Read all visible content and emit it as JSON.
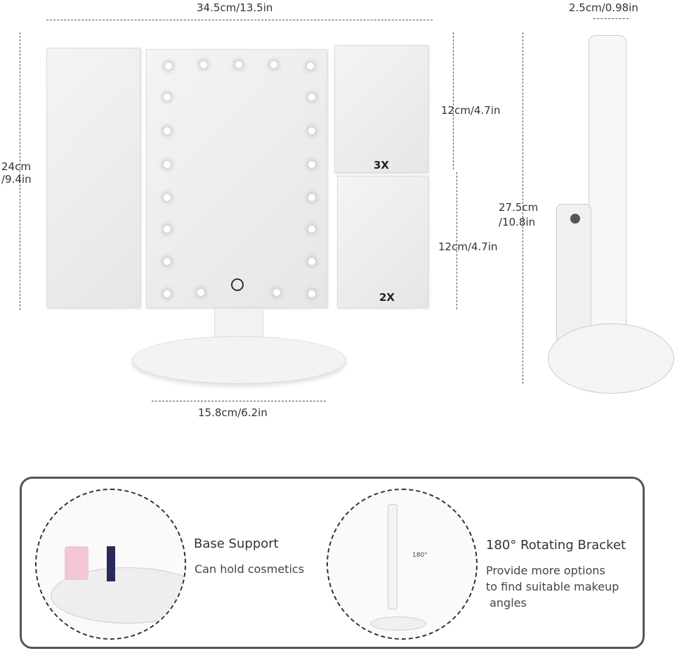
{
  "dimensions": {
    "width_total": "34.5cm/13.5in",
    "height_total_line1": "24cm",
    "height_total_line2": "/9.4in",
    "upper_panel": "12cm/4.7in",
    "lower_panel": "12cm/4.7in",
    "base_width": "15.8cm/6.2in",
    "depth": "2.5cm/0.98in",
    "side_height_line1": "27.5cm",
    "side_height_line2": "/10.8in"
  },
  "magnification": {
    "upper": "3X",
    "lower": "2X"
  },
  "features": [
    {
      "title": "Base Support",
      "desc": [
        "Can hold cosmetics"
      ]
    },
    {
      "title": "180° Rotating Bracket",
      "desc": [
        "Provide more options",
        "to find suitable makeup",
        " angles"
      ],
      "angle_label": "180°"
    }
  ]
}
